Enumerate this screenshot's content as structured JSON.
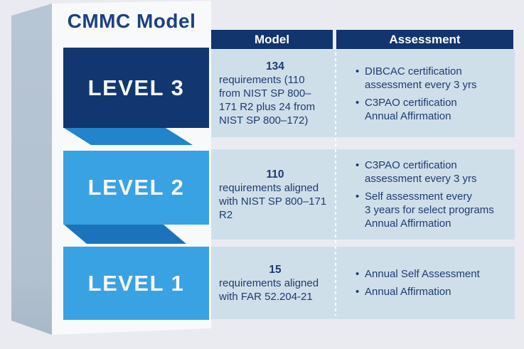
{
  "title": "CMMC Model",
  "table": {
    "headers": {
      "model": "Model",
      "assessment": "Assessment"
    }
  },
  "ui": {
    "bullet_char": "•"
  },
  "levels": [
    {
      "label": "LEVEL 3",
      "model_number": "134",
      "model_body": "requirements (110\nfrom NIST SP 800–\n171 R2 plus 24 from\nNIST SP 800–172)",
      "assessment": [
        "DIBCAC certification\nassessment every 3 yrs",
        "C3PAO certification\nAnnual Affirmation"
      ]
    },
    {
      "label": "LEVEL 2",
      "model_number": "110",
      "model_body": "requirements aligned\nwith NIST SP 800–171\nR2",
      "assessment": [
        "C3PAO certification\nassessment every 3 yrs",
        "Self assessment every\n3 years for select programs\nAnnual Affirmation"
      ]
    },
    {
      "label": "LEVEL 1",
      "model_number": "15",
      "model_body": "requirements aligned\nwith FAR 52.204-21",
      "assessment": [
        "Annual Self Assessment",
        "Annual Affirmation"
      ]
    }
  ],
  "colors": {
    "page_background": "#e9ebf1",
    "slab_side": "#b4c3d2",
    "slab_front": "#f8f9fb",
    "navy": "#12356e",
    "level_blue": "#39a2e2",
    "fold_upper": "#2285cb",
    "fold_lower": "#1b74bb",
    "row_background": "#cfdfea",
    "text_navy": "#1d3c6f",
    "title_navy": "#1c4181"
  }
}
